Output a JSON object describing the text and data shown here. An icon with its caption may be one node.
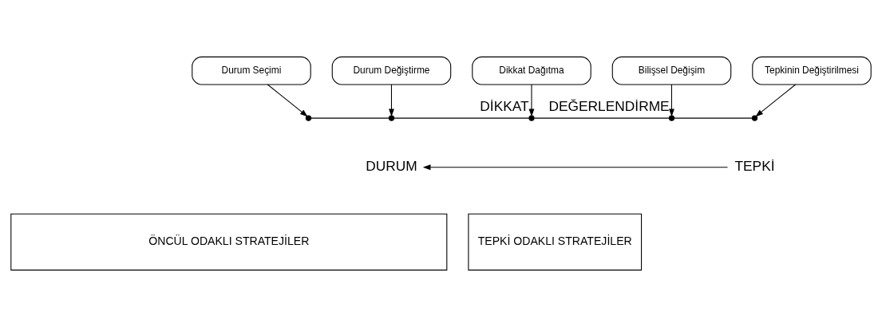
{
  "diagram": {
    "nodes": [
      {
        "text": [
          "Durum Seçimi"
        ]
      },
      {
        "text": [
          "Durum Değiştirme"
        ]
      },
      {
        "text": [
          "Dikkat Dağıtma"
        ]
      },
      {
        "text": [
          "Bilişsel Değişim"
        ]
      },
      {
        "text": [
          "Tepkinin Değiştirilmesi"
        ]
      },
      {
        "text": [],
        "shape": "circle"
      },
      {
        "text": [],
        "shape": "circle"
      },
      {
        "text": [],
        "shape": "circle",
        "beside": [
          "DİKKAT"
        ]
      },
      {
        "text": [],
        "shape": "circle",
        "beside": [
          "DEĞERLENDİRME"
        ]
      },
      {
        "text": [],
        "shape": "circle"
      },
      {
        "text": [
          "DURUM"
        ]
      },
      {
        "text": [
          "TEPKİ"
        ]
      },
      {
        "text": [
          "ÖNCÜL ODAKLI STRATEJİLER"
        ]
      },
      {
        "text": [
          "TEPKİ ODAKLI STRATEJİLER"
        ]
      }
    ],
    "edges": [
      {
        "from": 0,
        "to": 5,
        "arrow": "to"
      },
      {
        "from": 1,
        "to": 6,
        "arrow": "to"
      },
      {
        "from": 2,
        "to": 7,
        "arrow": "to"
      },
      {
        "from": 3,
        "to": 8,
        "arrow": "to"
      },
      {
        "from": 4,
        "to": 9,
        "arrow": "to"
      },
      {
        "from": 5,
        "to": 6,
        "arrow": "none"
      },
      {
        "from": 6,
        "to": 7,
        "arrow": "none"
      },
      {
        "from": 7,
        "to": 8,
        "arrow": "none"
      },
      {
        "from": 8,
        "to": 9,
        "arrow": "none"
      },
      {
        "from": 11,
        "to": 10,
        "arrow": "to"
      }
    ]
  }
}
